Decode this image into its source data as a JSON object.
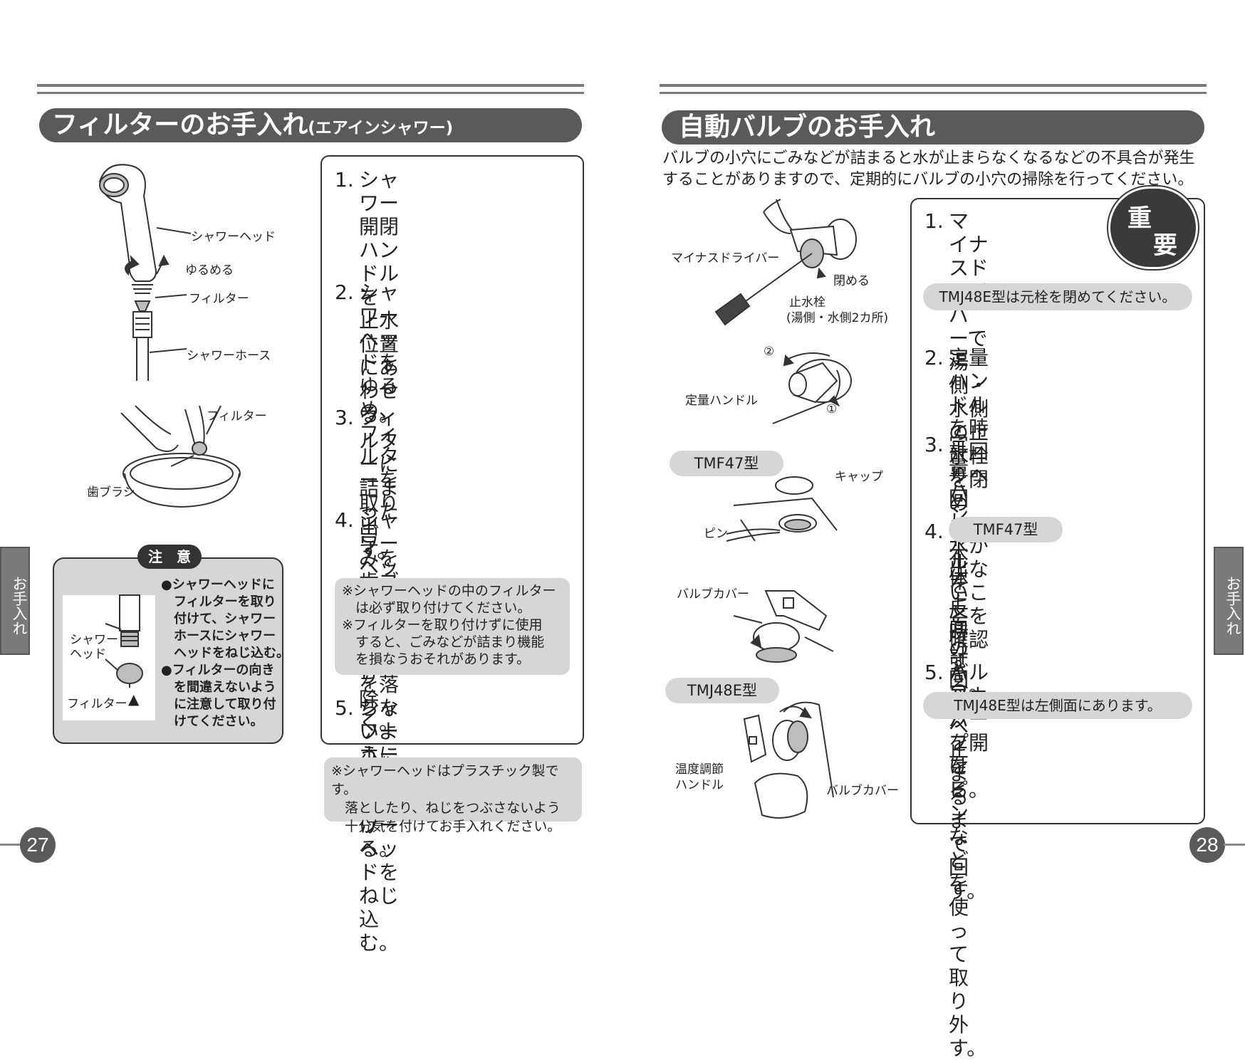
{
  "left": {
    "title_main": "フィルターのお手入れ",
    "title_sub": "(エアインシャワー)",
    "labels": {
      "shower_head": "シャワーヘッド",
      "loosen": "ゆるめる",
      "filter": "フィルター",
      "shower_hose": "シャワーホース",
      "filter2": "フィルター",
      "toothbrush": "歯ブラシ"
    },
    "caution": {
      "badge": "注　意",
      "label_head_line1": "シャワー",
      "label_head_line2": "ヘッド",
      "label_filter": "フィルター",
      "lines": [
        "●シャワーヘッドに",
        "　フィルターを取り",
        "　付けて、シャワー",
        "　ホースにシャワー",
        "　ヘッドをねじ込む。",
        "●フィルターの向き",
        "　を間違えないよう",
        "　に注意して取り付",
        "　けてください。"
      ]
    },
    "steps": [
      {
        "num": "1.",
        "lines": [
          "シャワー開閉ハンドルを",
          "止水位置にあわせる。"
        ]
      },
      {
        "num": "2.",
        "lines": [
          "シャワーヘッドをゆるめ、",
          "フィルターを取り出す。"
        ]
      },
      {
        "num": "3.",
        "lines": [
          "フィルターに詰まったご",
          "みを歯ブラシなどで取り",
          "除く。"
        ]
      },
      {
        "num": "4.",
        "lines": [
          "シャワーヘッドにフィル",
          "ターを落ちないように取",
          "り付ける。"
        ]
      },
      {
        "num": "5.",
        "lines": [
          "シャワーホースにシャワー",
          "ヘッドをねじ込む。"
        ]
      }
    ],
    "step4_note": [
      "※シャワーヘッドの中のフィルター",
      "　は必ず取り付けてください。",
      "※フィルターを取り付けずに使用",
      "　すると、ごみなどが詰まり機能",
      "　を損なうおそれがあります。"
    ],
    "bottom_note": [
      "※シャワーヘッドはプラスチック製です。",
      "　落としたり、ねじをつぶさないよう",
      "　十分気を付けてお手入れください。"
    ],
    "side_tab": "お手入れ",
    "page_number": "27"
  },
  "right": {
    "title": "自動バルブのお手入れ",
    "intro": [
      "バルブの小穴にごみなどが詰まると水が止まらなくなるなどの不具合が発生",
      "することがありますので、定期的にバルブの小穴の掃除を行ってください。"
    ],
    "important_badge": [
      "重",
      "要"
    ],
    "labels": {
      "screwdriver": "マイナスドライバー",
      "close": "閉める",
      "stop_valve": "止水栓",
      "stop_valve_note": "(湯側・水側2カ所)",
      "circle2": "②",
      "circle1": "①",
      "quantity_handle": "定量ハンドル",
      "cap": "キャップ",
      "pin": "ピン",
      "valve_cover": "バルブカバー",
      "temp_handle_line1": "温度調節",
      "temp_handle_line2": "ハンドル",
      "valve_cover2": "バルブカバー"
    },
    "model_tags": {
      "tmf47": "TMF47型",
      "tmj48e": "TMJ48E型"
    },
    "steps": [
      {
        "num": "1.",
        "lines": [
          "マイナスドライ",
          "バーで湯側・水側",
          "の止水栓を閉める。"
        ]
      },
      {
        "num": "2.",
        "lines": [
          "定量ハンドルを時計回りへ回",
          "し、水が出ないことを確認す",
          "る。"
        ]
      },
      {
        "num": "3.",
        "lines": [
          "定量ハンドルを反時計回りへ",
          "止まるまで回す。"
        ]
      },
      {
        "num": "4.",
        "lines": [
          "",
          "本体上面のキャップをピンな",
          "どを使って取り外す。"
        ]
      },
      {
        "num": "5.",
        "lines": [
          "バルブカバーを開ける。"
        ]
      }
    ],
    "step1_note": "TMJ48E型は元栓を閉めてください。",
    "step4_tag": "TMF47型",
    "step5_note": "TMJ48E型は左側面にあります。",
    "side_tab": "お手入れ",
    "page_number": "28"
  }
}
